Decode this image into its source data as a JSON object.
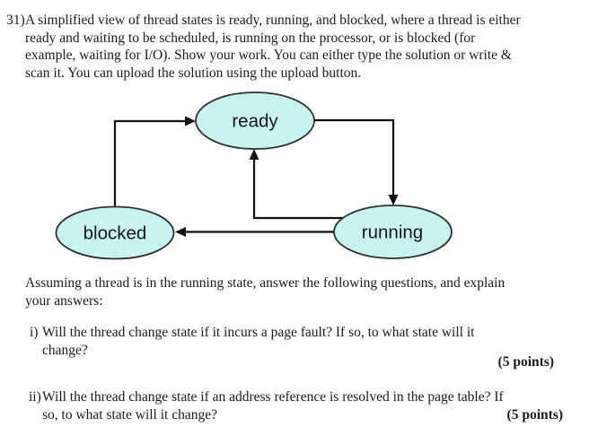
{
  "question": {
    "number_label": "31)",
    "lines": [
      "A simplified view of thread states is ready, running, and blocked, where a thread is either",
      "ready and waiting to be scheduled, is running on the processor, or is blocked (for",
      "example, waiting for I/O). Show your work. You can either type the solution or write &",
      "scan it. You can upload the solution using the upload button."
    ]
  },
  "diagram": {
    "states": [
      {
        "id": "ready",
        "label": "ready"
      },
      {
        "id": "blocked",
        "label": "blocked"
      },
      {
        "id": "running",
        "label": "running"
      }
    ],
    "transitions": [
      "blocked to ready",
      "ready to running",
      "running to ready",
      "running to blocked"
    ],
    "node_fill": "#c8f3f1",
    "node_border": "#2f2f2f",
    "arrow_color": "#111111"
  },
  "followup": {
    "lines": [
      "Assuming a thread is in the running state, answer the following questions, and explain",
      "your answers:"
    ]
  },
  "items": [
    {
      "marker": "i)",
      "lines": [
        "Will the thread change state if it incurs a page fault? If so, to what state will it",
        "change?"
      ],
      "points": "(5 points)"
    },
    {
      "marker": "ii)",
      "lines": [
        "Will the thread change state if an address reference is resolved in the page table? If",
        "so, to what state will it change?"
      ],
      "points": "(5 points)"
    }
  ]
}
